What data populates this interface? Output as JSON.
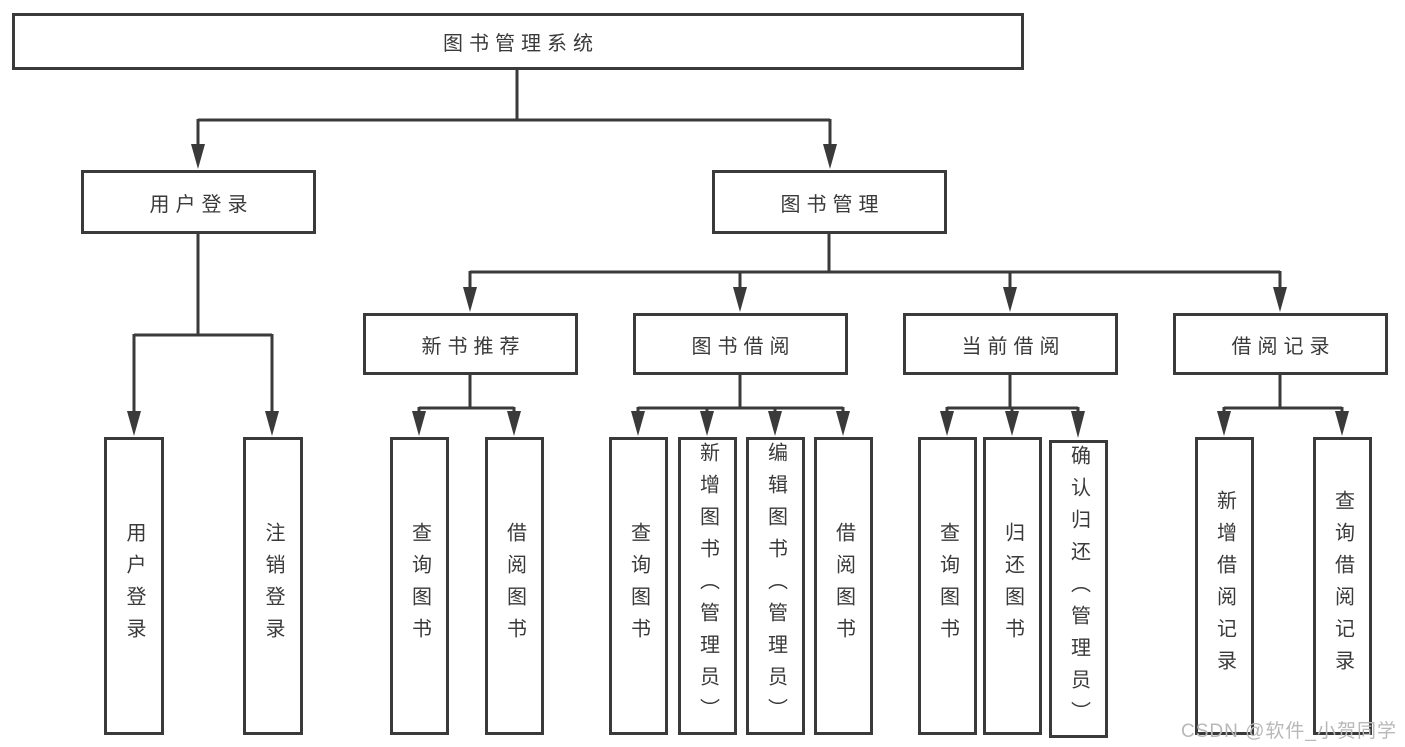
{
  "diagram_title": "图书管理系统",
  "tree": {
    "label": "图书管理系统",
    "children": [
      {
        "label": "用户登录",
        "children": [
          {
            "label": "用户登录"
          },
          {
            "label": "注销登录"
          }
        ]
      },
      {
        "label": "图书管理",
        "children": [
          {
            "label": "新书推荐",
            "children": [
              {
                "label": "查询图书"
              },
              {
                "label": "借阅图书"
              }
            ]
          },
          {
            "label": "图书借阅",
            "children": [
              {
                "label": "查询图书"
              },
              {
                "label": "新增图书（管理员）"
              },
              {
                "label": "编辑图书（管理员）"
              },
              {
                "label": "借阅图书"
              }
            ]
          },
          {
            "label": "当前借阅",
            "children": [
              {
                "label": "查询图书"
              },
              {
                "label": "归还图书"
              },
              {
                "label": "确认归还（管理员）"
              }
            ]
          },
          {
            "label": "借阅记录",
            "children": [
              {
                "label": "新增借阅记录"
              },
              {
                "label": "查询借阅记录"
              }
            ]
          }
        ]
      }
    ]
  },
  "watermark": "CSDN @软件_小贺同学",
  "colors": {
    "line": "#3a3a3a",
    "box_border": "#3a3a3a",
    "box_fill": "#ffffff",
    "text": "#3a3a3a",
    "watermark": "#b8b8b8"
  }
}
